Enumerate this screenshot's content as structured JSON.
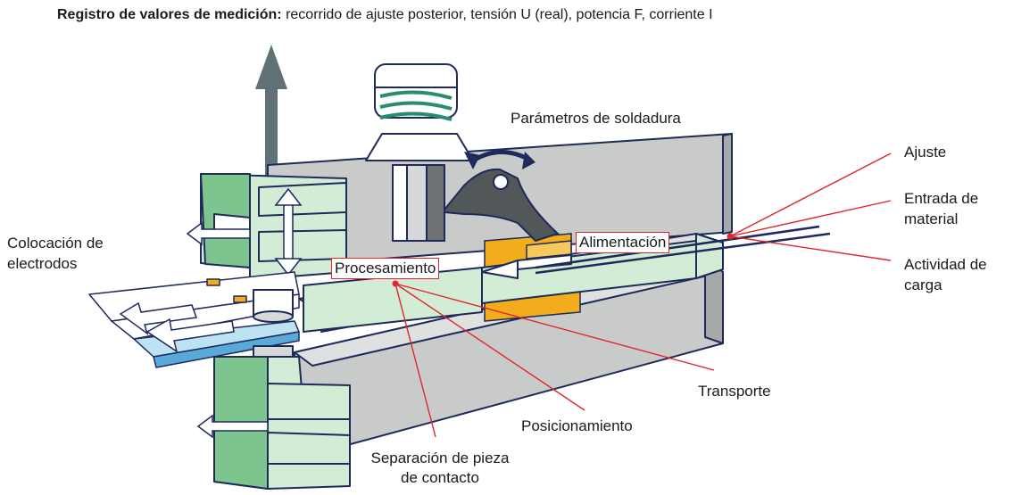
{
  "header": {
    "bold": "Registro de valores de medición:",
    "rest": " recorrido de ajuste posterior, tensión U (real), potencia F, corriente I"
  },
  "labels": {
    "welding_params": "Parámetros de soldadura",
    "adjust": "Ajuste",
    "material_input_1": "Entrada de",
    "material_input_2": "material",
    "load_activity_1": "Actividad de",
    "load_activity_2": "carga",
    "electrode_1": "Colocación de",
    "electrode_2": "electrodos",
    "feed": "Alimentación",
    "processing": "Procesamiento",
    "transport": "Transporte",
    "positioning": "Posicionamiento",
    "separation_1": "Separación de pieza",
    "separation_2": "de contacto"
  },
  "colors": {
    "outline": "#1e2a5a",
    "machine_gray": "#c9cbcb",
    "machine_dark": "#a6a9aa",
    "green_light": "#d3ecd6",
    "green": "#7dc48f",
    "gold": "#f3ad1c",
    "light_blue": "#bde3f3",
    "blue": "#5aaad9",
    "arrow_gray": "#607278",
    "leader_red": "#e0262b",
    "lever": "#52575a"
  }
}
